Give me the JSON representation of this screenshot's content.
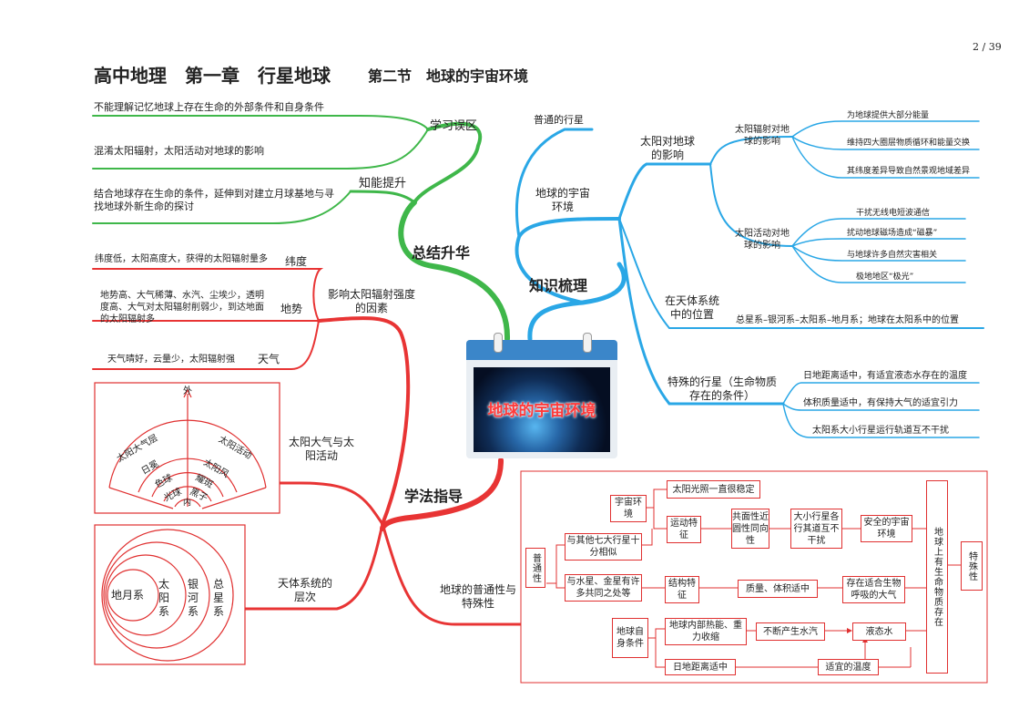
{
  "page_number": "2 / 39",
  "header": {
    "title": "高中地理　第一章　行星地球",
    "subtitle": "第二节　地球的宇宙环境"
  },
  "center": {
    "image_title": "地球的宇宙环境"
  },
  "branches": {
    "summary": "总结升华",
    "knowledge": "知识梳理",
    "method": "学法指导"
  },
  "summary": {
    "mistakes": {
      "label": "学习误区",
      "items": [
        "不能理解记忆地球上存在生命的外部条件和自身条件",
        "混淆太阳辐射，太阳活动对地球的影响"
      ]
    },
    "ability": {
      "label": "知能提升",
      "items": [
        "结合地球存在生命的条件，延伸到对建立月球基地与寻找地球外新生命的探讨"
      ]
    }
  },
  "knowledge": {
    "ordinary_planet": "普通的行星",
    "cosmic_env": "地球的宇宙环境",
    "sun_effect": {
      "label": "太阳对地球的影响",
      "radiation": {
        "label": "太阳辐射对地球的影响",
        "items": [
          "为地球提供大部分能量",
          "维持四大圈层物质循环和能量交换",
          "其纬度差异导致自然景观地域差异"
        ]
      },
      "activity": {
        "label": "太阳活动对地球的影响",
        "items": [
          "干扰无线电短波通信",
          "扰动地球磁场造成“磁暴”",
          "与地球许多自然灾害相关",
          "极地地区“极光”"
        ]
      }
    },
    "position": {
      "label": "在天体系统中的位置",
      "detail": "总星系–银河系–太阳系–地月系；地球在太阳系中的位置"
    },
    "special": {
      "label": "特殊的行星（生命物质存在的条件）",
      "items": [
        "日地距离适中，有适宜液态水存在的温度",
        "体积质量适中，有保持大气的适宜引力",
        "太阳系大小行星运行轨道互不干扰"
      ]
    }
  },
  "method": {
    "factors": {
      "label": "影响太阳辐射强度的因素",
      "items": [
        {
          "label": "纬度",
          "text": "纬度低，太阳高度大，获得的太阳辐射量多"
        },
        {
          "label": "地势",
          "text": "地势高、大气稀薄、水汽、尘埃少，透明度高、大气对太阳辐射削弱少，到达地面的太阳辐射多"
        },
        {
          "label": "天气",
          "text": "天气晴好，云量少，太阳辐射强"
        }
      ]
    },
    "atmosphere": {
      "label": "太阳大气与太阳活动",
      "diagram": {
        "outer": "外",
        "inner": "内",
        "layers": [
          "太阳大气层",
          "日冕",
          "色球",
          "光球"
        ],
        "activities": [
          "太阳活动",
          "太阳风",
          "耀斑",
          "黑子"
        ]
      }
    },
    "levels": {
      "label": "天体系统的层次",
      "circles": [
        "地月系",
        "太阳系",
        "银河系",
        "总星系"
      ]
    },
    "ordinary_special": {
      "label": "地球的普通性与特殊性",
      "flow": {
        "ordinary": "普通性",
        "similar_seven": "与其他七大行星十分相似",
        "common_with": "与水星、金星有许多共同之处等",
        "cosmic": "宇宙环境",
        "sun_stable": "太阳光照一直很稳定",
        "motion": "运动特征",
        "props": "共面性近圆性同向性",
        "orbits": "大小行星各行其道互不干扰",
        "safe": "安全的宇宙环境",
        "structure": "结构特征",
        "mass": "质量、体积适中",
        "atmos": "存在适合生物呼吸的大气",
        "self": "地球自身条件",
        "heat": "地球内部热能、重力收缩",
        "vapor": "不断产生水汽",
        "water": "液态水",
        "distance": "日地距离适中",
        "temp": "适宜的温度",
        "life": "地球上有生命物质存在",
        "special": "特殊性"
      }
    }
  },
  "colors": {
    "green": "#3fb74a",
    "blue": "#2aa7e6",
    "red": "#e83434"
  }
}
